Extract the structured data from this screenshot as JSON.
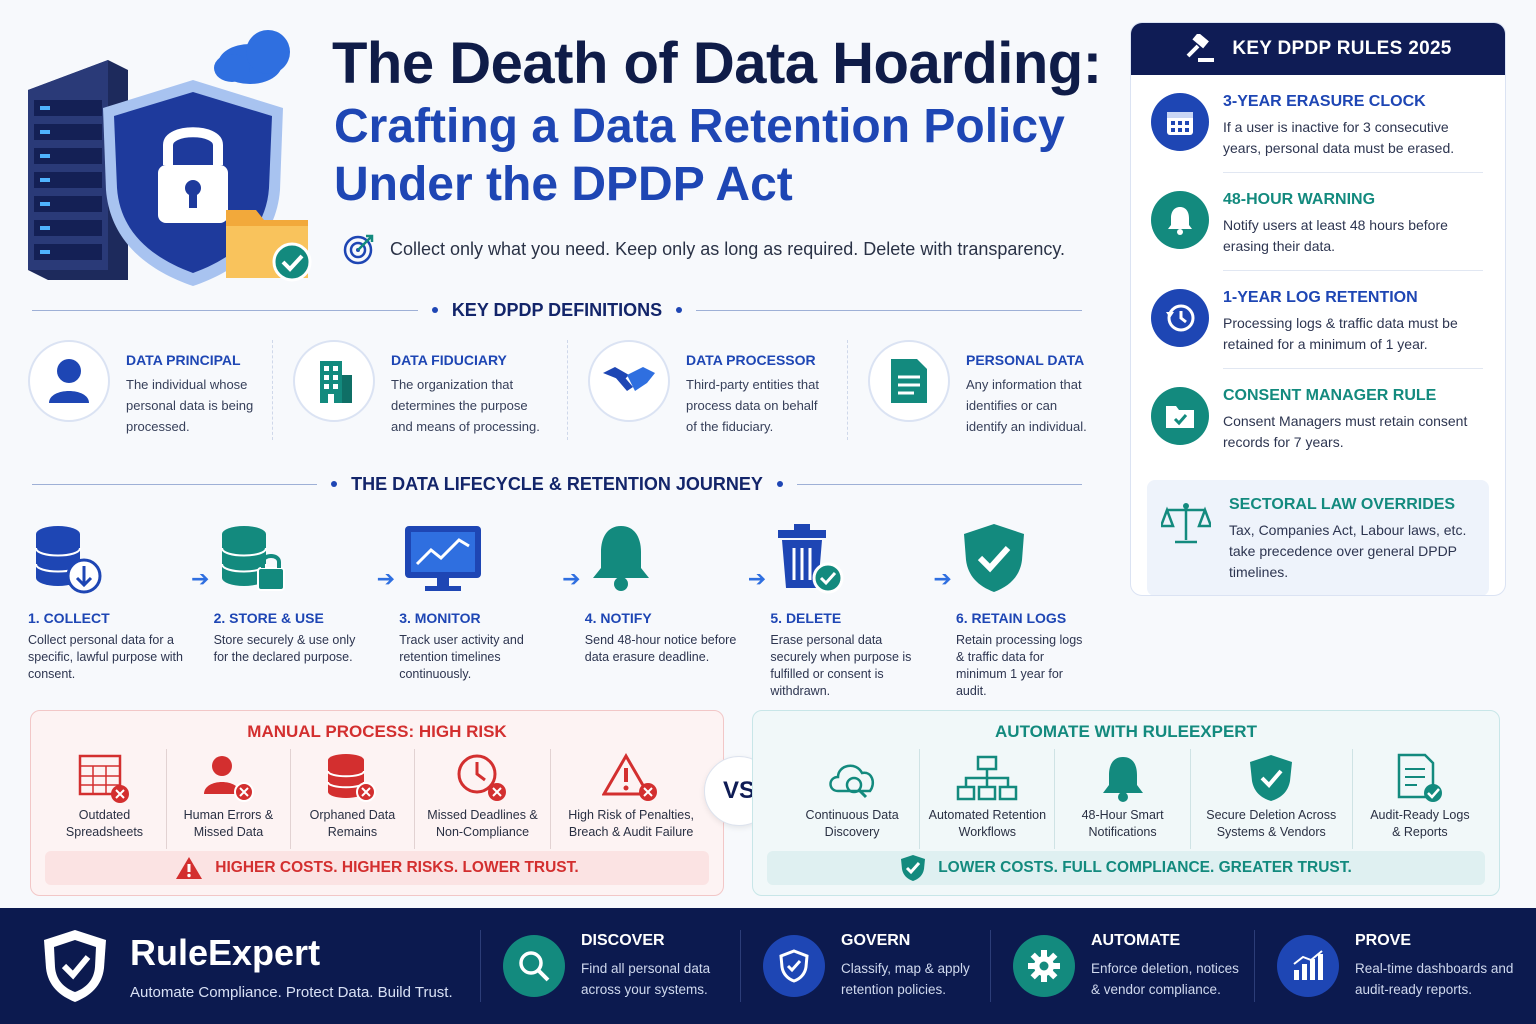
{
  "hero": {
    "title_line1": "The Death of Data Hoarding:",
    "title_line2": "Crafting a Data Retention Policy Under the DPDP Act",
    "tagline": "Collect only what you need. Keep only as long as required. Delete with transparency."
  },
  "definitions": {
    "heading": "KEY DPDP DEFINITIONS",
    "items": [
      {
        "title": "DATA PRINCIPAL",
        "desc": "The individual whose personal data is being processed.",
        "icon": "person-icon"
      },
      {
        "title": "DATA FIDUCIARY",
        "desc": "The organization that determines the purpose and means of processing.",
        "icon": "building-icon"
      },
      {
        "title": "DATA PROCESSOR",
        "desc": "Third-party entities that process data on behalf of the fiduciary.",
        "icon": "handshake-icon"
      },
      {
        "title": "PERSONAL DATA",
        "desc": "Any information that identifies or can identify an individual.",
        "icon": "document-icon"
      }
    ]
  },
  "lifecycle": {
    "heading": "THE DATA LIFECYCLE & RETENTION JOURNEY",
    "steps": [
      {
        "title": "1. COLLECT",
        "desc": "Collect personal data for a specific, lawful purpose with consent.",
        "icon": "database-download-icon"
      },
      {
        "title": "2. STORE & USE",
        "desc": "Store securely & use only for the declared purpose.",
        "icon": "database-lock-icon"
      },
      {
        "title": "3. MONITOR",
        "desc": "Track user activity and retention timelines continuously.",
        "icon": "monitor-chart-icon"
      },
      {
        "title": "4. NOTIFY",
        "desc": "Send 48-hour notice before data erasure deadline.",
        "icon": "bell-icon"
      },
      {
        "title": "5. DELETE",
        "desc": "Erase personal data securely when purpose is fulfilled or consent is withdrawn.",
        "icon": "trash-check-icon"
      },
      {
        "title": "6. RETAIN LOGS",
        "desc": "Retain processing logs & traffic data for minimum 1 year for audit.",
        "icon": "shield-check-icon"
      }
    ]
  },
  "rules": {
    "heading": "KEY DPDP RULES 2025",
    "items": [
      {
        "title": "3-YEAR ERASURE CLOCK",
        "desc": "If a user is inactive for 3 consecutive years, personal data must be erased.",
        "color": "#1e46b4",
        "icon": "calendar-icon"
      },
      {
        "title": "48-HOUR WARNING",
        "desc": "Notify users at least 48 hours before erasing their data.",
        "color": "#138a7e",
        "icon": "bell-icon"
      },
      {
        "title": "1-YEAR LOG RETENTION",
        "desc": "Processing logs & traffic data must be retained for a minimum of 1 year.",
        "color": "#1e46b4",
        "icon": "history-clock-icon"
      },
      {
        "title": "CONSENT MANAGER RULE",
        "desc": "Consent Managers must retain consent records for 7 years.",
        "color": "#138a7e",
        "icon": "folder-check-icon"
      }
    ],
    "override": {
      "title": "SECTORAL LAW OVERRIDES",
      "desc": "Tax, Companies Act, Labour laws, etc. take precedence over general DPDP timelines.",
      "icon": "scales-icon"
    }
  },
  "manual": {
    "title": "MANUAL PROCESS: HIGH RISK",
    "items": [
      {
        "label": "Outdated Spreadsheets",
        "icon": "spreadsheet-x-icon"
      },
      {
        "label": "Human Errors & Missed Data",
        "icon": "person-x-icon"
      },
      {
        "label": "Orphaned Data Remains",
        "icon": "database-x-icon"
      },
      {
        "label": "Missed Deadlines & Non-Compliance",
        "icon": "clock-x-icon"
      },
      {
        "label": "High Risk of Penalties, Breach & Audit Failure",
        "icon": "warning-x-icon"
      }
    ],
    "footer": "HIGHER COSTS. HIGHER RISKS. LOWER TRUST."
  },
  "vs_label": "VS",
  "automate": {
    "title": "AUTOMATE WITH RULEEXPERT",
    "items": [
      {
        "label": "Continuous Data Discovery",
        "icon": "cloud-search-icon"
      },
      {
        "label": "Automated Retention Workflows",
        "icon": "workflow-icon"
      },
      {
        "label": "48-Hour Smart Notifications",
        "icon": "bell-icon"
      },
      {
        "label": "Secure Deletion Across Systems & Vendors",
        "icon": "shield-check-icon"
      },
      {
        "label": "Audit-Ready Logs & Reports",
        "icon": "report-check-icon"
      }
    ],
    "footer": "LOWER COSTS. FULL COMPLIANCE. GREATER TRUST."
  },
  "footer": {
    "brand": "RuleExpert",
    "tagline": "Automate Compliance. Protect Data. Build Trust.",
    "cols": [
      {
        "title": "DISCOVER",
        "desc": "Find all personal data across your systems.",
        "color": "#138a7e",
        "icon": "search-icon"
      },
      {
        "title": "GOVERN",
        "desc": "Classify, map & apply retention policies.",
        "color": "#1e46b4",
        "icon": "shield-icon"
      },
      {
        "title": "AUTOMATE",
        "desc": "Enforce deletion, notices & vendor compliance.",
        "color": "#138a7e",
        "icon": "gear-icon"
      },
      {
        "title": "PROVE",
        "desc": "Real-time dashboards and audit-ready reports.",
        "color": "#1e46b4",
        "icon": "bar-chart-icon"
      }
    ]
  },
  "colors": {
    "navy": "#0f1c48",
    "blue": "#1e46b4",
    "teal": "#138a7e",
    "red": "#d32f2f"
  }
}
